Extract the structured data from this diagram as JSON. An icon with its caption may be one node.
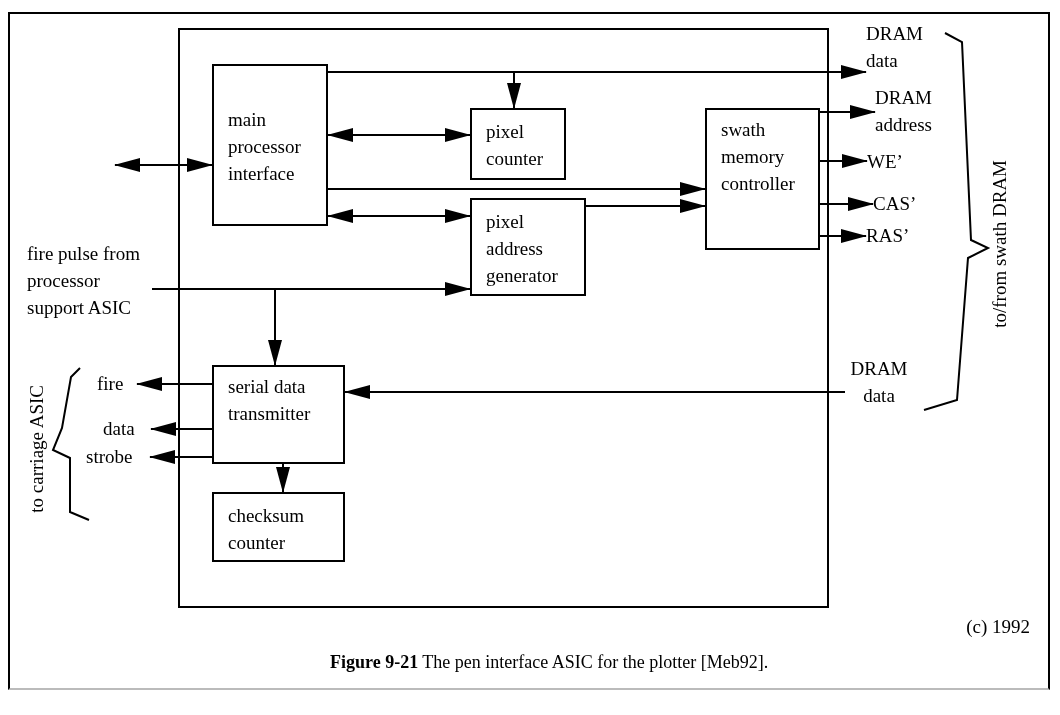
{
  "diagram": {
    "caption": "**Figure 9-21** The pen interface ASIC for the plotter [Meb92].",
    "nodes": [
      {
        "text": [],
        "shape": "box"
      },
      {
        "text": [
          "main processor interface"
        ],
        "in": 0
      },
      {
        "text": [
          "pixel counter"
        ],
        "in": 0
      },
      {
        "text": [
          "pixel address generator"
        ],
        "in": 0
      },
      {
        "text": [
          "swath memory controller"
        ],
        "in": 0
      },
      {
        "text": [
          "serial data transmitter"
        ],
        "in": 0
      },
      {
        "text": [
          "checksum counter"
        ],
        "in": 0
      },
      {
        "text": [
          "fire pulse from processor support ASIC"
        ]
      },
      {
        "text": [
          "DRAM data"
        ]
      },
      {
        "text": [
          "DRAM address"
        ]
      },
      {
        "text": [
          "WE’"
        ]
      },
      {
        "text": [
          "CAS’"
        ]
      },
      {
        "text": [
          "RAS’"
        ]
      },
      {
        "text": [
          "DRAM data"
        ]
      },
      {
        "text": [
          "fire"
        ]
      },
      {
        "text": [
          "data"
        ]
      },
      {
        "text": [
          "strobe"
        ]
      }
    ],
    "edges": [
      {
        "from": null,
        "to": 1,
        "arrow": "both"
      },
      {
        "from": 1,
        "to": 2,
        "arrow": "both"
      },
      {
        "from": 1,
        "to": 3,
        "arrow": "both"
      },
      {
        "from": 1,
        "to": 8,
        "arrow": "to"
      },
      {
        "from": 1,
        "to": 2,
        "arrow": "to"
      },
      {
        "from": 1,
        "to": 4,
        "arrow": "to"
      },
      {
        "from": 3,
        "to": 4,
        "arrow": "to"
      },
      {
        "from": 4,
        "to": 9,
        "arrow": "to"
      },
      {
        "from": 4,
        "to": 10,
        "arrow": "to"
      },
      {
        "from": 4,
        "to": 11,
        "arrow": "to"
      },
      {
        "from": 4,
        "to": 12,
        "arrow": "to"
      },
      {
        "from": 7,
        "to": 3,
        "arrow": "to"
      },
      {
        "from": 7,
        "to": 5,
        "arrow": "to"
      },
      {
        "from": 13,
        "to": 5,
        "arrow": "to"
      },
      {
        "from": 5,
        "to": 14,
        "arrow": "to"
      },
      {
        "from": 5,
        "to": 15,
        "arrow": "to"
      },
      {
        "from": 5,
        "to": 16,
        "arrow": "to"
      },
      {
        "from": 5,
        "to": 6,
        "arrow": "to"
      }
    ],
    "labels": [
      "to/from swath DRAM",
      "to carriage ASIC",
      "(c) 1992"
    ]
  }
}
